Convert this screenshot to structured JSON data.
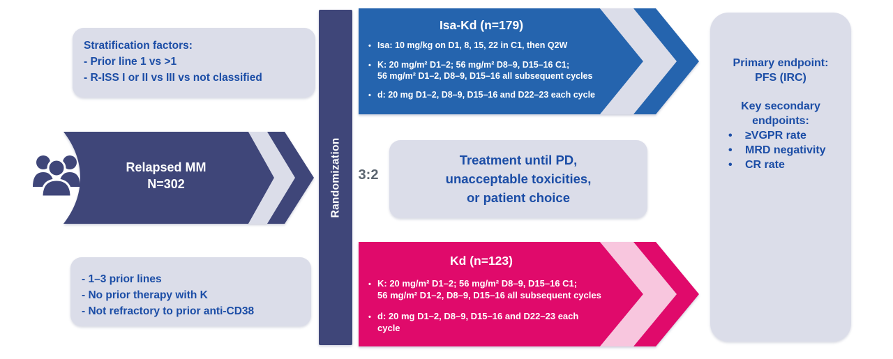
{
  "colors": {
    "navy": "#3f4679",
    "blue": "#2564ae",
    "pink": "#e00a6b",
    "light_pink": "#f8c6de",
    "lavender": "#dbdde9",
    "blue_text": "#1b4da6",
    "gray_text": "#5b6570"
  },
  "stratification_box": {
    "title": "Stratification factors:",
    "items": [
      "- Prior line 1 vs >1",
      "- R-ISS I or II vs III vs not classified"
    ]
  },
  "population_arrow": {
    "text": "Relapsed MM\nN=302"
  },
  "eligibility_box": {
    "items": [
      "- 1–3 prior lines",
      "- No prior therapy with K",
      "- Not refractory to prior anti-CD38"
    ]
  },
  "randomization": {
    "label": "Randomization",
    "ratio": "3:2"
  },
  "isa_kd_arm": {
    "title": "Isa-Kd (n=179)",
    "bullets": [
      "Isa: 10 mg/kg on D1, 8, 15, 22 in C1, then Q2W",
      "K: 20 mg/m² D1–2; 56 mg/m² D8–9, D15–16 C1;\n56 mg/m² D1–2, D8–9, D15–16 all subsequent cycles",
      "d: 20 mg D1–2, D8–9, D15–16 and D22–23 each cycle"
    ]
  },
  "treatment_box": {
    "text": "Treatment until PD,\nunacceptable toxicities,\nor patient choice"
  },
  "kd_arm": {
    "title": "Kd (n=123)",
    "bullets": [
      "K: 20 mg/m² D1–2; 56 mg/m² D8–9, D15–16 C1;\n56 mg/m² D1–2, D8–9, D15–16 all subsequent cycles",
      "d: 20 mg D1–2, D8–9, D15–16 and D22–23 each cycle"
    ]
  },
  "endpoints_box": {
    "primary_title": "Primary endpoint:",
    "primary_value": "PFS (IRC)",
    "secondary_title": "Key secondary endpoints:",
    "secondary_items": [
      "≥VGPR rate",
      "MRD negativity",
      "CR rate"
    ]
  }
}
